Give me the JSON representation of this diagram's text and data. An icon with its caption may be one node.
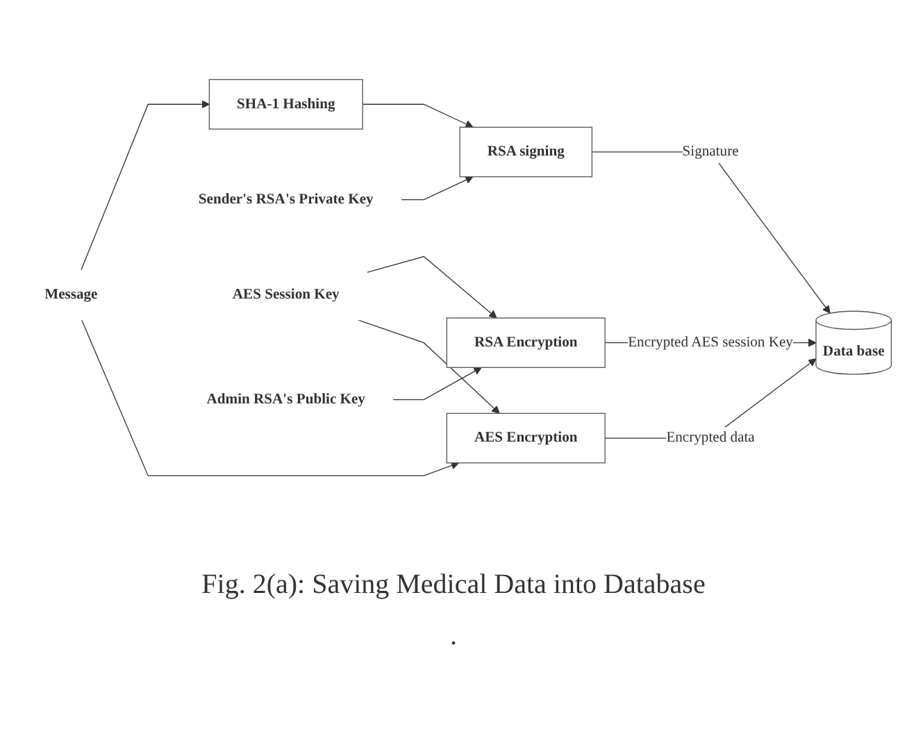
{
  "diagram": {
    "caption": "Fig. 2(a): Saving Medical Data into Database",
    "nodes": [
      {
        "text": [
          "Message"
        ]
      },
      {
        "text": [
          "AES Encryption"
        ]
      },
      {
        "text": [
          "SHA-1 Hashing"
        ]
      },
      {
        "text": [
          "RSA signing"
        ]
      },
      {
        "text": [
          "Sender's RSA's Private Key"
        ]
      },
      {
        "text": [
          "AES Session Key"
        ]
      },
      {
        "text": [
          "RSA Encryption"
        ]
      },
      {
        "text": [
          "Admin RSA's Public Key"
        ]
      },
      {
        "text": [
          "Data base"
        ]
      }
    ],
    "edges": [
      {
        "from": 0,
        "to": 1,
        "arrow": "to"
      },
      {
        "from": 0,
        "to": 2,
        "arrow": "to"
      },
      {
        "from": 5,
        "to": 1,
        "arrow": "to"
      },
      {
        "from": 5,
        "to": 6,
        "arrow": "to"
      },
      {
        "from": 2,
        "to": 3,
        "arrow": "to"
      },
      {
        "from": 4,
        "to": 3,
        "arrow": "to"
      },
      {
        "from": 1,
        "to": 8,
        "label": "Encrypted data",
        "arrow": "to"
      },
      {
        "from": 3,
        "to": 8,
        "label": "Signature",
        "arrow": "to"
      },
      {
        "from": 6,
        "to": 8,
        "label": "Encrypted AES session Key",
        "arrow": "to"
      },
      {
        "from": 7,
        "to": 6,
        "arrow": "to"
      }
    ],
    "labels": [
      "."
    ]
  }
}
